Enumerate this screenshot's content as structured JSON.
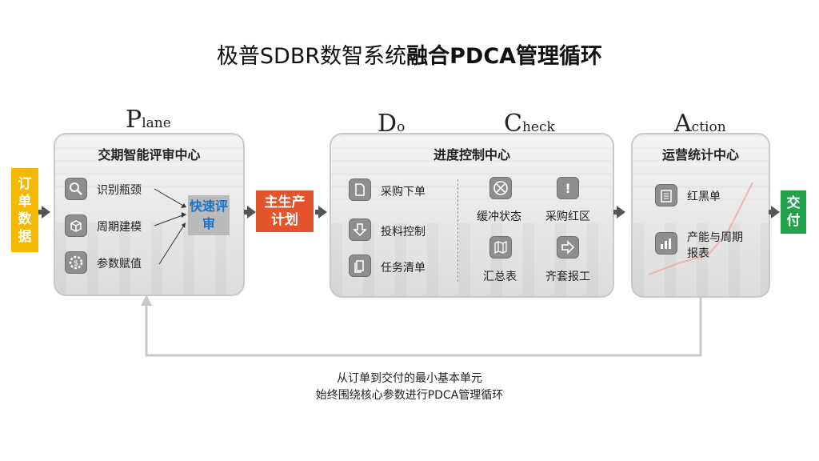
{
  "title": {
    "normal": "极普SDBR数智系统",
    "bold": "融合PDCA管理循环"
  },
  "phases": {
    "plan": {
      "initial": "P",
      "rest": "lane"
    },
    "do": {
      "initial": "D",
      "rest": "o"
    },
    "check": {
      "initial": "C",
      "rest": "heck"
    },
    "action": {
      "initial": "A",
      "rest": "ction"
    }
  },
  "input": {
    "label": "订单数据",
    "color": "#f5b800"
  },
  "output": {
    "label": "交付",
    "color": "#22a34a"
  },
  "main_plan": {
    "label": "主生产计划",
    "color": "#e2542b"
  },
  "plan_panel": {
    "title": "交期智能评审中心",
    "items": [
      {
        "label": "识别瓶颈",
        "icon": "magnifier-icon"
      },
      {
        "label": "周期建模",
        "icon": "cube-icon"
      },
      {
        "label": "参数赋值",
        "icon": "gear-dollar-icon"
      }
    ],
    "review": "快速评审",
    "review_color": "#1a73c8"
  },
  "do_panel": {
    "title": "进度控制中心",
    "do_items": [
      {
        "label": "采购下单",
        "icon": "document-icon"
      },
      {
        "label": "投料控制",
        "icon": "down-arrow-icon"
      },
      {
        "label": "任务清单",
        "icon": "list-icon"
      }
    ],
    "check_items": [
      {
        "label": "缓冲状态",
        "icon": "cross-circle-icon"
      },
      {
        "label": "采购红区",
        "icon": "alert-icon"
      },
      {
        "label": "汇总表",
        "icon": "map-icon"
      },
      {
        "label": "齐套报工",
        "icon": "right-arrow-icon"
      }
    ]
  },
  "action_panel": {
    "title": "运营统计中心",
    "items": [
      {
        "label": "红黑单",
        "icon": "clipboard-icon"
      },
      {
        "label": "产能与周期报表",
        "icon": "bar-chart-icon"
      }
    ]
  },
  "footer": {
    "line1": "从订单到交付的最小基本单元",
    "line2": "始终围绕核心参数进行PDCA管理循环"
  }
}
